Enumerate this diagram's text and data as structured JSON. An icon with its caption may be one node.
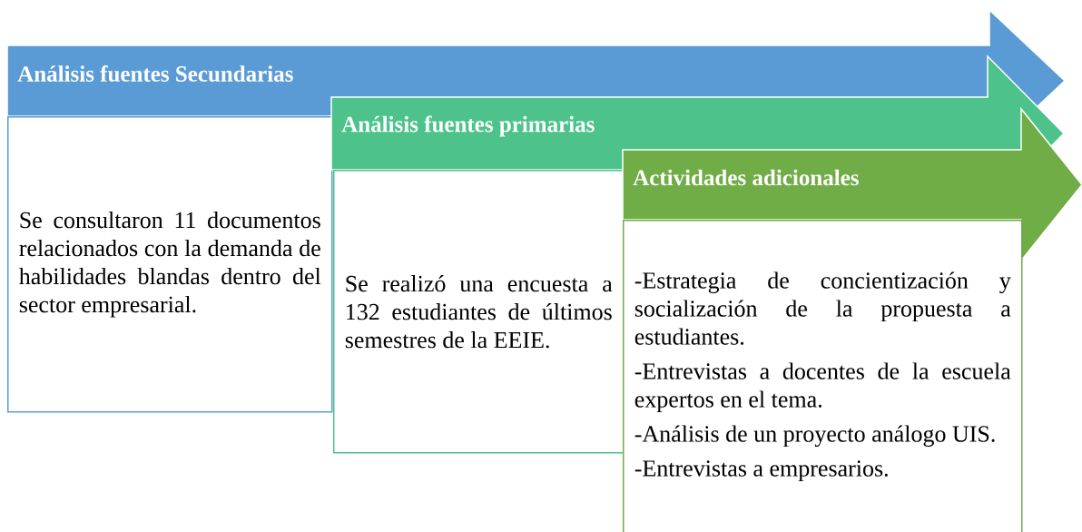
{
  "diagram": {
    "nodes": [
      {
        "text": [
          "Análisis fuentes Secundarias"
        ]
      },
      {
        "text": [
          "Se consultaron 11 documentos relacionados con la demanda de habilidades blandas dentro del sector empresarial."
        ]
      },
      {
        "text": [
          "Análisis fuentes primarias"
        ]
      },
      {
        "text": [
          "Se realizó una encuesta a 132 estudiantes de últimos semestres de la EEIE."
        ]
      },
      {
        "text": [
          "Actividades adicionales"
        ]
      },
      {
        "text": [
          "-Estrategia de concientización y socialización de la propuesta a estudiantes.",
          "-Entrevistas a docentes de la escuela expertos en el tema.",
          "-Análisis de un proyecto análogo UIS.",
          "-Entrevistas a empresarios."
        ]
      }
    ]
  }
}
